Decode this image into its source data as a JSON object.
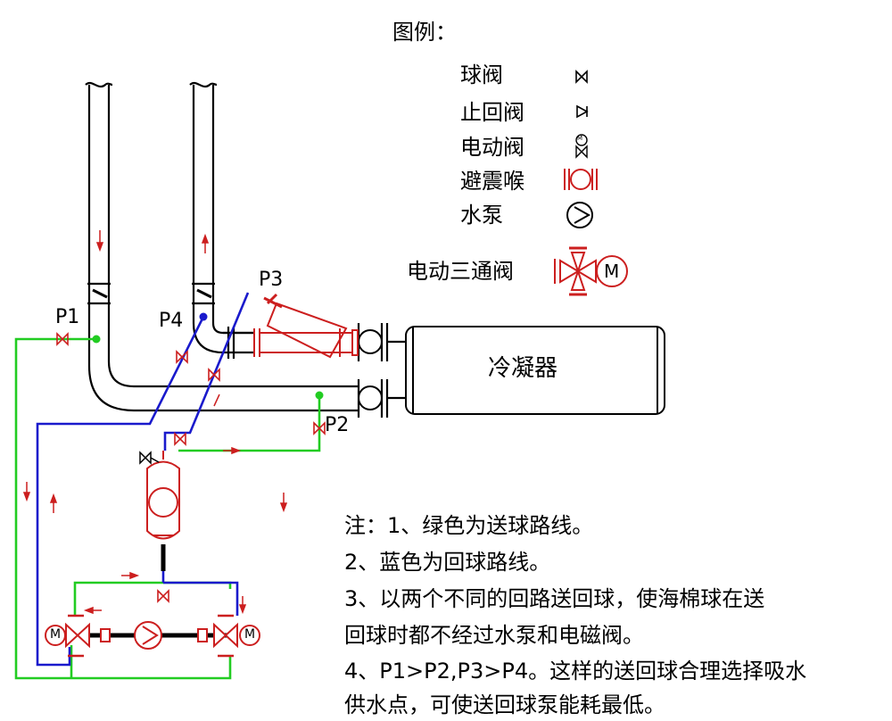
{
  "legend": {
    "title": "图例：",
    "items": [
      {
        "label": "球阀",
        "icon": "ball-valve-icon"
      },
      {
        "label": "止回阀",
        "icon": "check-valve-icon"
      },
      {
        "label": "电动阀",
        "icon": "motorized-valve-icon"
      },
      {
        "label": "避震喉",
        "icon": "shock-absorber-icon"
      },
      {
        "label": "水泵",
        "icon": "water-pump-icon"
      },
      {
        "label": "电动三通阀",
        "icon": "motorized-three-way-valve-icon"
      }
    ]
  },
  "equipment": {
    "condenser": "冷凝器",
    "motor_mark": "M"
  },
  "points": {
    "p1": "P1",
    "p2": "P2",
    "p3": "P3",
    "p4": "P4"
  },
  "notes": [
    "注：1、绿色为送球路线。",
    "2、蓝色为回球路线。",
    "3、以两个不同的回路送回球，使海棉球在送",
    "回球时都不经过水泵和电磁阀。",
    "4、P1>P2,P3>P4。这样的送回球合理选择吸水",
    "供水点，可使送回球泵能耗最低。"
  ],
  "colors": {
    "send_line": "#22cc22",
    "return_line": "#1a1acc",
    "equipment": "#cc1f1f",
    "pipe": "#000000"
  }
}
